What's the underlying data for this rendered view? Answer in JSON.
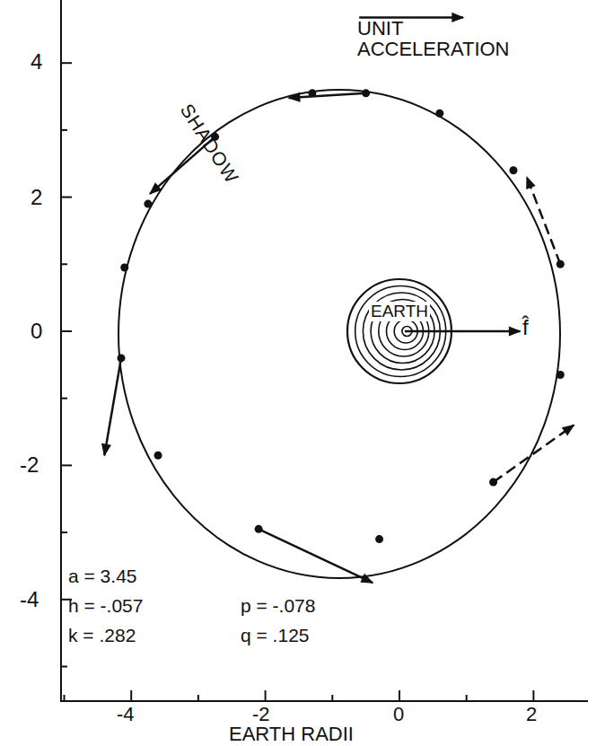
{
  "diagram": {
    "nodes": [
      {
        "text": [
          "EARTH"
        ]
      }
    ],
    "labels": [
      "UNIT ACCELERATION",
      "SHADOW",
      "f̂",
      "4",
      "2",
      "0",
      "-2",
      "-4",
      "-4",
      "-2",
      "0",
      "2",
      "EARTH RADII",
      "a = 3.45",
      "h = -.057",
      "k = .282",
      "p = -.078",
      "q = .125"
    ]
  }
}
